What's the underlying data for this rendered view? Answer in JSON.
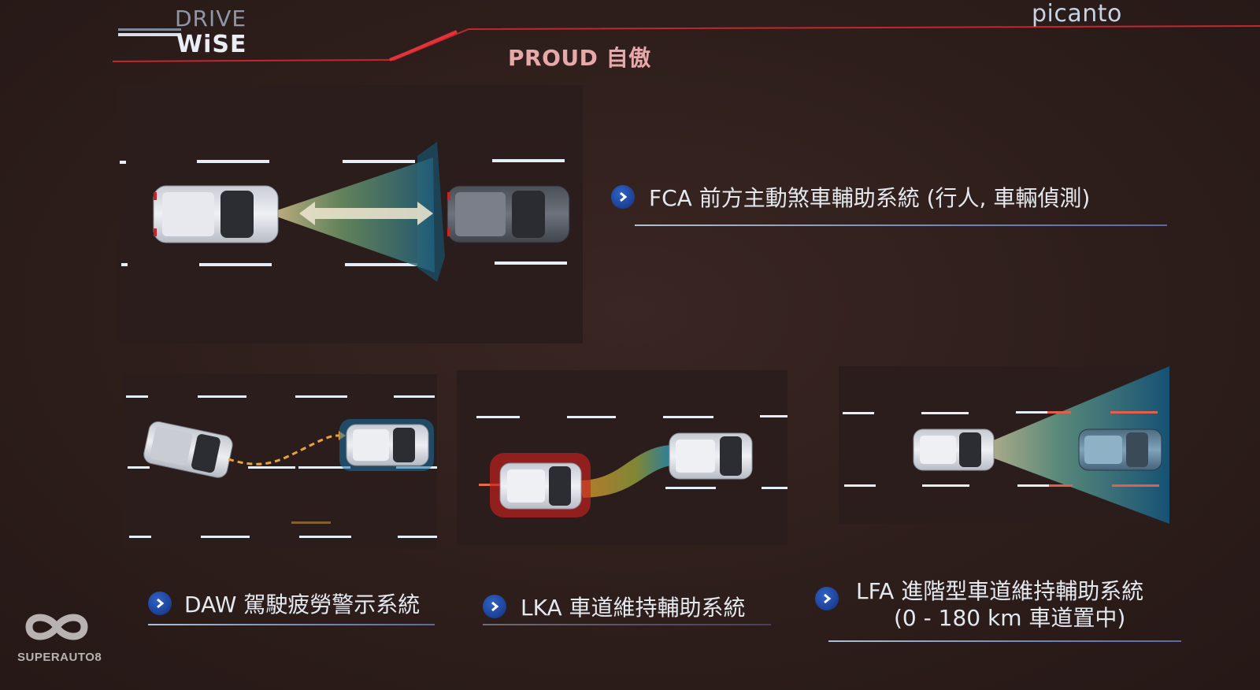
{
  "header": {
    "logo": {
      "line1": "DRIVE",
      "line2": "WiSE"
    },
    "brand": "picanto",
    "title": "PROUD 自傲"
  },
  "colors": {
    "background": "#2e1e1b",
    "accent_red": "#c3262d",
    "title_pink": "#e6a8a8",
    "bullet_blue": "#1d3f93",
    "lane_marking": "#e6eef7",
    "sensor_blue": "#1f6f9a",
    "warning_orange": "#e8a33a",
    "alert_red": "#d0302a"
  },
  "features": [
    {
      "id": "fca",
      "icon": "chevron-right-icon",
      "label": "FCA 前方主動煞車輔助系統 (行人, 車輛偵測)"
    },
    {
      "id": "daw",
      "icon": "chevron-right-icon",
      "label": "DAW 駕駛疲勞警示系統"
    },
    {
      "id": "lka",
      "icon": "chevron-right-icon",
      "label": "LKA 車道維持輔助系統"
    },
    {
      "id": "lfa",
      "icon": "chevron-right-icon",
      "label_line1": "LFA 進階型車道維持輔助系統",
      "label_line2": "(0 - 180 km 車道置中)"
    }
  ],
  "illustrations": {
    "fca": "car-following-radar-illustration",
    "daw": "drowsy-lane-drift-illustration",
    "lka": "lane-keeping-illustration",
    "lfa": "lane-following-sensor-illustration"
  },
  "watermark": {
    "icon": "infinity-icon",
    "text": "SUPERAUTO8"
  }
}
